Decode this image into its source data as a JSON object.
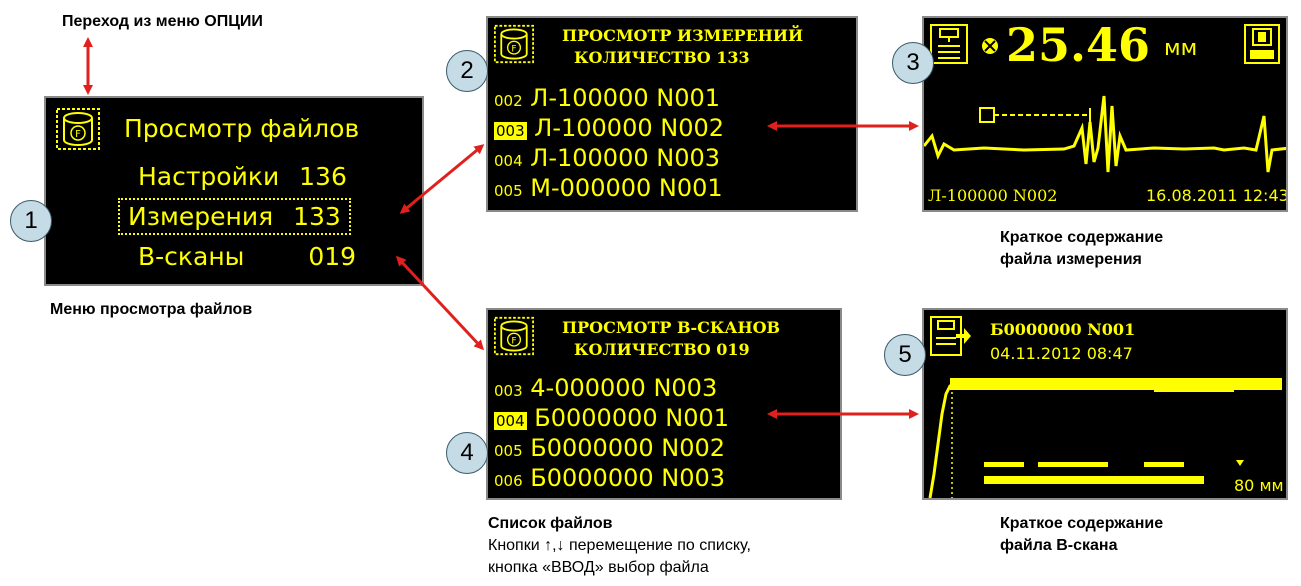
{
  "captions": {
    "options_transition": "Переход из меню ОПЦИИ",
    "menu_caption": "Меню просмотра файлов",
    "measurement_summary_line1": "Краткое содержание",
    "measurement_summary_line2": "файла измерения",
    "file_list_title": "Список файлов",
    "file_list_hint1": "Кнопки ↑,↓ перемещение по списку,",
    "file_list_hint2": "кнопка «ВВОД» выбор файла",
    "bscan_summary_line1": "Краткое содержание",
    "bscan_summary_line2": "файла В-скана"
  },
  "markers": [
    "1",
    "2",
    "3",
    "4",
    "5"
  ],
  "screen1": {
    "title": "Просмотр файлов",
    "items": [
      {
        "label": "Настройки",
        "count": "136"
      },
      {
        "label": "Измерения",
        "count": "133"
      },
      {
        "label": "В-сканы",
        "count": "019"
      }
    ],
    "selected_index": 1
  },
  "screen2": {
    "title": "ПРОСМОТР ИЗМЕРЕНИЙ",
    "count_line": "КОЛИЧЕСТВО 133",
    "rows": [
      {
        "idx": "002",
        "name": "Л-100000 N001"
      },
      {
        "idx": "003",
        "name": "Л-100000 N002"
      },
      {
        "idx": "004",
        "name": "Л-100000 N003"
      },
      {
        "idx": "005",
        "name": "М-000000 N001"
      }
    ],
    "highlight_index": 1
  },
  "screen3": {
    "value": "25.46",
    "unit": "мм",
    "file_name": "Л-100000 N002",
    "datetime": "16.08.2011 12:43"
  },
  "screen4": {
    "title": "ПРОСМОТР В-СКАНОВ",
    "count_line": "КОЛИЧЕСТВО 019",
    "rows": [
      {
        "idx": "003",
        "name": "4-000000 N003"
      },
      {
        "idx": "004",
        "name": "Б0000000 N001"
      },
      {
        "idx": "005",
        "name": "Б0000000 N002"
      },
      {
        "idx": "006",
        "name": "Б0000000 N003"
      }
    ],
    "highlight_index": 1
  },
  "screen5": {
    "file_name": "Б0000000 N001",
    "datetime": "04.11.2012 08:47",
    "depth_label": "80 мм"
  },
  "icons": {
    "file_icon": "database-f-icon",
    "measure_icon": "probe-icon",
    "save_icon": "save-icon",
    "bscan_icon": "bscan-export-icon",
    "target_icon": "crosshair-icon"
  },
  "colors": {
    "screen_bg": "#000000",
    "screen_text": "#ffff00",
    "arrow": "#e0201c",
    "marker_fill": "#c5dbe6"
  }
}
